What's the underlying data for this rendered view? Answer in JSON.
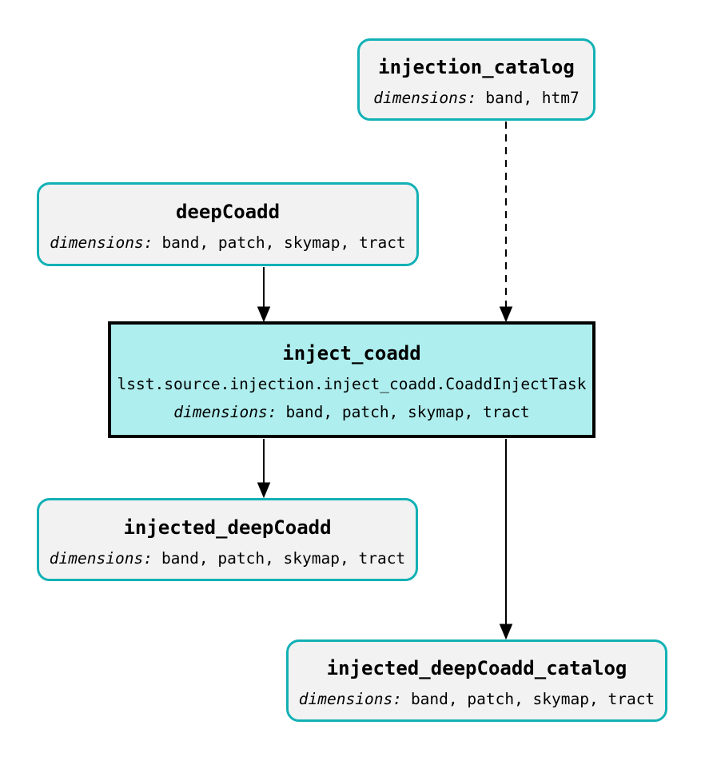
{
  "diagram": {
    "type": "pipeline-task-graph",
    "colors": {
      "background": "#ffffff",
      "dataset_border": "#12b1b5",
      "dataset_fill": "#f2f2f2",
      "task_fill": "#afeeee",
      "task_border": "#000000",
      "edge": "#000000"
    },
    "nodes": {
      "injection_catalog": {
        "title": "injection_catalog",
        "dimensions_label": "dimensions:",
        "dimensions": "band, htm7"
      },
      "deepCoadd": {
        "title": "deepCoadd",
        "dimensions_label": "dimensions:",
        "dimensions": "band, patch, skymap, tract"
      },
      "inject_coadd": {
        "title": "inject_coadd",
        "task_class": "lsst.source.injection.inject_coadd.CoaddInjectTask",
        "dimensions_label": "dimensions:",
        "dimensions": "band, patch, skymap, tract"
      },
      "injected_deepCoadd": {
        "title": "injected_deepCoadd",
        "dimensions_label": "dimensions:",
        "dimensions": "band, patch, skymap, tract"
      },
      "injected_deepCoadd_catalog": {
        "title": "injected_deepCoadd_catalog",
        "dimensions_label": "dimensions:",
        "dimensions": "band, patch, skymap, tract"
      }
    },
    "edges": [
      {
        "from": "injection_catalog",
        "to": "inject_coadd",
        "style": "dashed"
      },
      {
        "from": "deepCoadd",
        "to": "inject_coadd",
        "style": "solid"
      },
      {
        "from": "inject_coadd",
        "to": "injected_deepCoadd",
        "style": "solid"
      },
      {
        "from": "inject_coadd",
        "to": "injected_deepCoadd_catalog",
        "style": "solid"
      }
    ]
  }
}
